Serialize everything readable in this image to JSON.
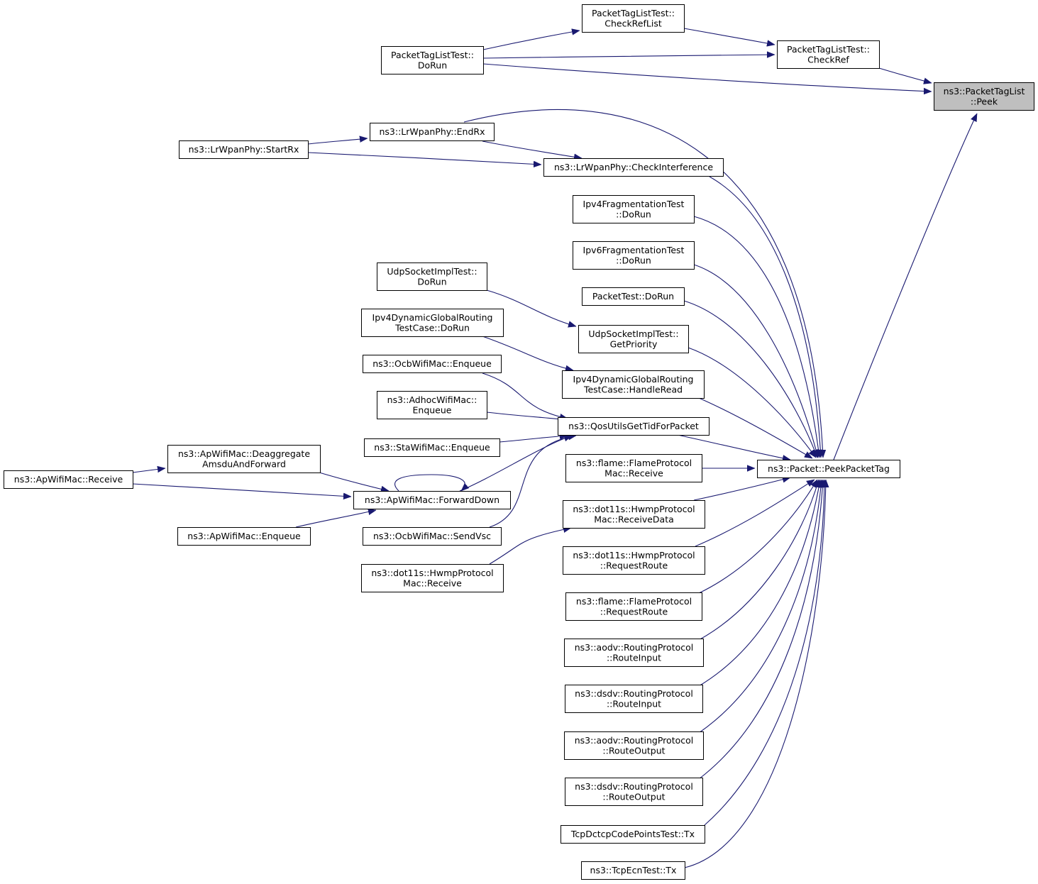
{
  "graph": {
    "type": "caller-graph",
    "colors": {
      "edge": "#191970",
      "node_fill": "#ffffff",
      "focus_fill": "#bfbfbf",
      "border": "#000000"
    },
    "nodes": [
      {
        "id": "peek",
        "lines": [
          "ns3::PacketTagList",
          "::Peek"
        ],
        "focus": true
      },
      {
        "id": "checkref",
        "lines": [
          "PacketTagListTest::",
          "CheckRef"
        ]
      },
      {
        "id": "checkreflist",
        "lines": [
          "PacketTagListTest::",
          "CheckRefList"
        ]
      },
      {
        "id": "ptl_dorun",
        "lines": [
          "PacketTagListTest::",
          "DoRun"
        ]
      },
      {
        "id": "peekpackettag",
        "lines": [
          "ns3::Packet::PeekPacketTag"
        ]
      },
      {
        "id": "endrx",
        "lines": [
          "ns3::LrWpanPhy::EndRx"
        ]
      },
      {
        "id": "startrx",
        "lines": [
          "ns3::LrWpanPhy::StartRx"
        ]
      },
      {
        "id": "checkinterf",
        "lines": [
          "ns3::LrWpanPhy::CheckInterference"
        ]
      },
      {
        "id": "ipv4frag",
        "lines": [
          "Ipv4FragmentationTest",
          "::DoRun"
        ]
      },
      {
        "id": "ipv6frag",
        "lines": [
          "Ipv6FragmentationTest",
          "::DoRun"
        ]
      },
      {
        "id": "packettest",
        "lines": [
          "PacketTest::DoRun"
        ]
      },
      {
        "id": "udp_dorun",
        "lines": [
          "UdpSocketImplTest::",
          "DoRun"
        ]
      },
      {
        "id": "udp_getprio",
        "lines": [
          "UdpSocketImplTest::",
          "GetPriority"
        ]
      },
      {
        "id": "ipv4dyn_dorun",
        "lines": [
          "Ipv4DynamicGlobalRouting",
          "TestCase::DoRun"
        ]
      },
      {
        "id": "ipv4dyn_hr",
        "lines": [
          "Ipv4DynamicGlobalRouting",
          "TestCase::HandleRead"
        ]
      },
      {
        "id": "ocb_enq",
        "lines": [
          "ns3::OcbWifiMac::Enqueue"
        ]
      },
      {
        "id": "adhoc_enq",
        "lines": [
          "ns3::AdhocWifiMac::",
          "Enqueue"
        ]
      },
      {
        "id": "sta_enq",
        "lines": [
          "ns3::StaWifiMac::Enqueue"
        ]
      },
      {
        "id": "qos",
        "lines": [
          "ns3::QosUtilsGetTidForPacket"
        ]
      },
      {
        "id": "deagg",
        "lines": [
          "ns3::ApWifiMac::Deaggregate",
          "AmsduAndForward"
        ]
      },
      {
        "id": "ap_receive",
        "lines": [
          "ns3::ApWifiMac::Receive"
        ]
      },
      {
        "id": "forwarddown",
        "lines": [
          "ns3::ApWifiMac::ForwardDown"
        ]
      },
      {
        "id": "ap_enq",
        "lines": [
          "ns3::ApWifiMac::Enqueue"
        ]
      },
      {
        "id": "ocb_sendvsc",
        "lines": [
          "ns3::OcbWifiMac::SendVsc"
        ]
      },
      {
        "id": "hwmp_receive",
        "lines": [
          "ns3::dot11s::HwmpProtocol",
          "Mac::Receive"
        ]
      },
      {
        "id": "flame_receive",
        "lines": [
          "ns3::flame::FlameProtocol",
          "Mac::Receive"
        ]
      },
      {
        "id": "hwmp_recvdata",
        "lines": [
          "ns3::dot11s::HwmpProtocol",
          "Mac::ReceiveData"
        ]
      },
      {
        "id": "hwmp_reqroute",
        "lines": [
          "ns3::dot11s::HwmpProtocol",
          "::RequestRoute"
        ]
      },
      {
        "id": "flame_reqroute",
        "lines": [
          "ns3::flame::FlameProtocol",
          "::RequestRoute"
        ]
      },
      {
        "id": "aodv_rin",
        "lines": [
          "ns3::aodv::RoutingProtocol",
          "::RouteInput"
        ]
      },
      {
        "id": "dsdv_rin",
        "lines": [
          "ns3::dsdv::RoutingProtocol",
          "::RouteInput"
        ]
      },
      {
        "id": "aodv_rout",
        "lines": [
          "ns3::aodv::RoutingProtocol",
          "::RouteOutput"
        ]
      },
      {
        "id": "dsdv_rout",
        "lines": [
          "ns3::dsdv::RoutingProtocol",
          "::RouteOutput"
        ]
      },
      {
        "id": "tcpdctcp",
        "lines": [
          "TcpDctcpCodePointsTest::Tx"
        ]
      },
      {
        "id": "tcpecn",
        "lines": [
          "ns3::TcpEcnTest::Tx"
        ]
      }
    ],
    "edges": [
      {
        "from": "checkref",
        "to": "peek"
      },
      {
        "from": "ptl_dorun",
        "to": "peek"
      },
      {
        "from": "peekpackettag",
        "to": "peek"
      },
      {
        "from": "checkreflist",
        "to": "checkref"
      },
      {
        "from": "ptl_dorun",
        "to": "checkref"
      },
      {
        "from": "ptl_dorun",
        "to": "checkreflist"
      },
      {
        "from": "endrx",
        "to": "peekpackettag"
      },
      {
        "from": "startrx",
        "to": "endrx"
      },
      {
        "from": "endrx",
        "to": "checkinterf"
      },
      {
        "from": "startrx",
        "to": "checkinterf"
      },
      {
        "from": "checkinterf",
        "to": "peekpackettag"
      },
      {
        "from": "ipv4frag",
        "to": "peekpackettag"
      },
      {
        "from": "ipv6frag",
        "to": "peekpackettag"
      },
      {
        "from": "packettest",
        "to": "peekpackettag"
      },
      {
        "from": "udp_dorun",
        "to": "udp_getprio"
      },
      {
        "from": "udp_getprio",
        "to": "peekpackettag"
      },
      {
        "from": "ipv4dyn_dorun",
        "to": "ipv4dyn_hr"
      },
      {
        "from": "ipv4dyn_hr",
        "to": "peekpackettag"
      },
      {
        "from": "ocb_enq",
        "to": "qos"
      },
      {
        "from": "adhoc_enq",
        "to": "qos"
      },
      {
        "from": "sta_enq",
        "to": "qos"
      },
      {
        "from": "forwarddown",
        "to": "qos"
      },
      {
        "from": "ocb_sendvsc",
        "to": "qos"
      },
      {
        "from": "qos",
        "to": "peekpackettag"
      },
      {
        "from": "ap_receive",
        "to": "deagg"
      },
      {
        "from": "deagg",
        "to": "forwarddown"
      },
      {
        "from": "ap_receive",
        "to": "forwarddown"
      },
      {
        "from": "forwarddown",
        "to": "forwarddown"
      },
      {
        "from": "ap_enq",
        "to": "forwarddown"
      },
      {
        "from": "flame_receive",
        "to": "peekpackettag"
      },
      {
        "from": "hwmp_recvdata",
        "to": "peekpackettag"
      },
      {
        "from": "hwmp_receive",
        "to": "hwmp_recvdata"
      },
      {
        "from": "hwmp_reqroute",
        "to": "peekpackettag"
      },
      {
        "from": "flame_reqroute",
        "to": "peekpackettag"
      },
      {
        "from": "aodv_rin",
        "to": "peekpackettag"
      },
      {
        "from": "dsdv_rin",
        "to": "peekpackettag"
      },
      {
        "from": "aodv_rout",
        "to": "peekpackettag"
      },
      {
        "from": "dsdv_rout",
        "to": "peekpackettag"
      },
      {
        "from": "tcpdctcp",
        "to": "peekpackettag"
      },
      {
        "from": "tcpecn",
        "to": "peekpackettag"
      }
    ]
  }
}
